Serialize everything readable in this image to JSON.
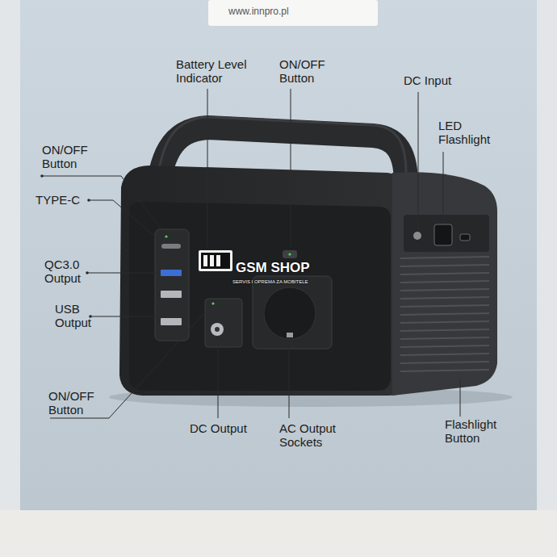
{
  "diagram": {
    "labels": [
      "www.innpro.pl",
      "Battery Level Indicator",
      "ON/OFF Button",
      "DC Input",
      "LED Flashlight",
      "ON/OFF Button",
      "TYPE-C",
      "QC3.0 Output",
      "GSM SHOP",
      "SERVIS I OPREMA ZA MOBITELE",
      "USB Output",
      "ON/OFF Button",
      "DC Output",
      "AC Output Sockets",
      "Flashlight Button"
    ]
  }
}
